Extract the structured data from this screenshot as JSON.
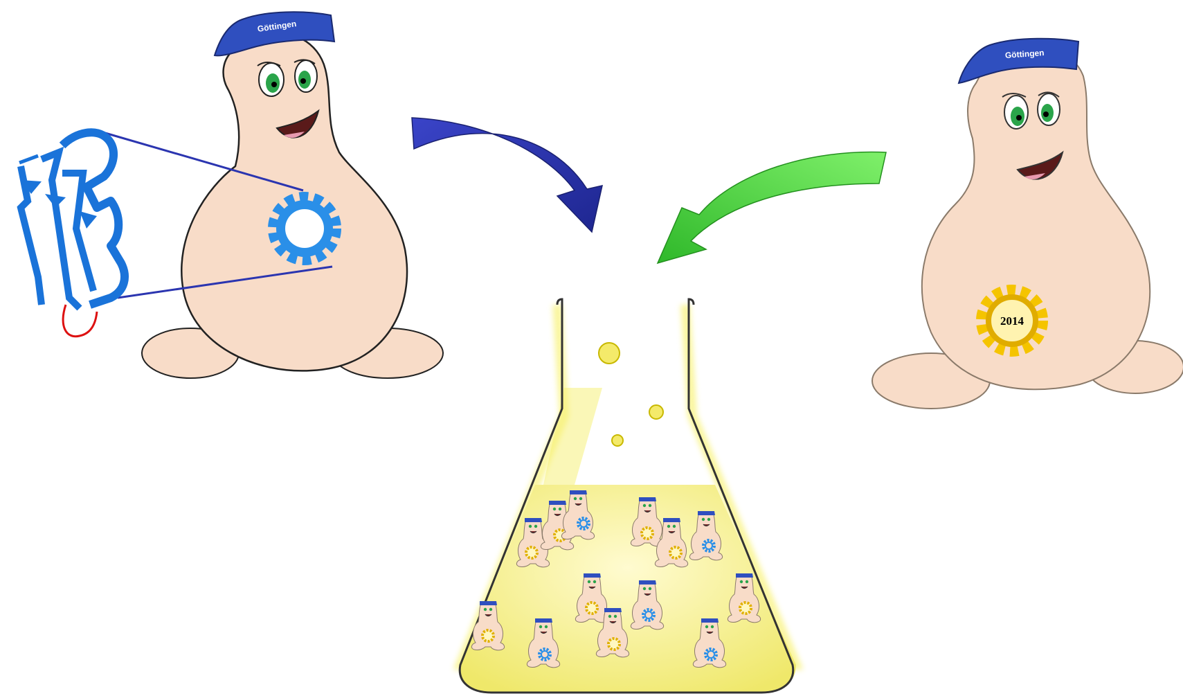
{
  "left_yeast": {
    "cap_text": "Göttingen"
  },
  "right_yeast": {
    "cap_text": "Göttingen",
    "gear_badge_text": "2014"
  },
  "colors": {
    "skin": "#f8dcc8",
    "cap": "#2f4fbf",
    "protein": "#1a73d9",
    "gear_blue": "#2a8fe8",
    "gear_gold": "#f5c400",
    "arrow_blue": "#2b35b0",
    "arrow_green": "#3fcf3a",
    "flask_liquid": "#f1ef7a",
    "eye_green": "#2aa44a"
  }
}
